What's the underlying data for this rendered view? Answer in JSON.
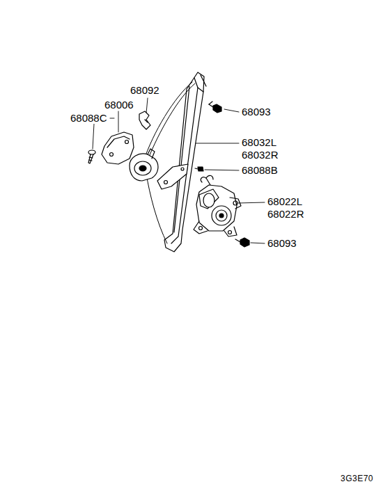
{
  "diagram": {
    "labels": [
      "68092",
      "68006",
      "68088C",
      "68093",
      "68032L",
      "68032R",
      "68088B",
      "68022L",
      "68022R",
      "68093",
      "3G3E70"
    ]
  }
}
